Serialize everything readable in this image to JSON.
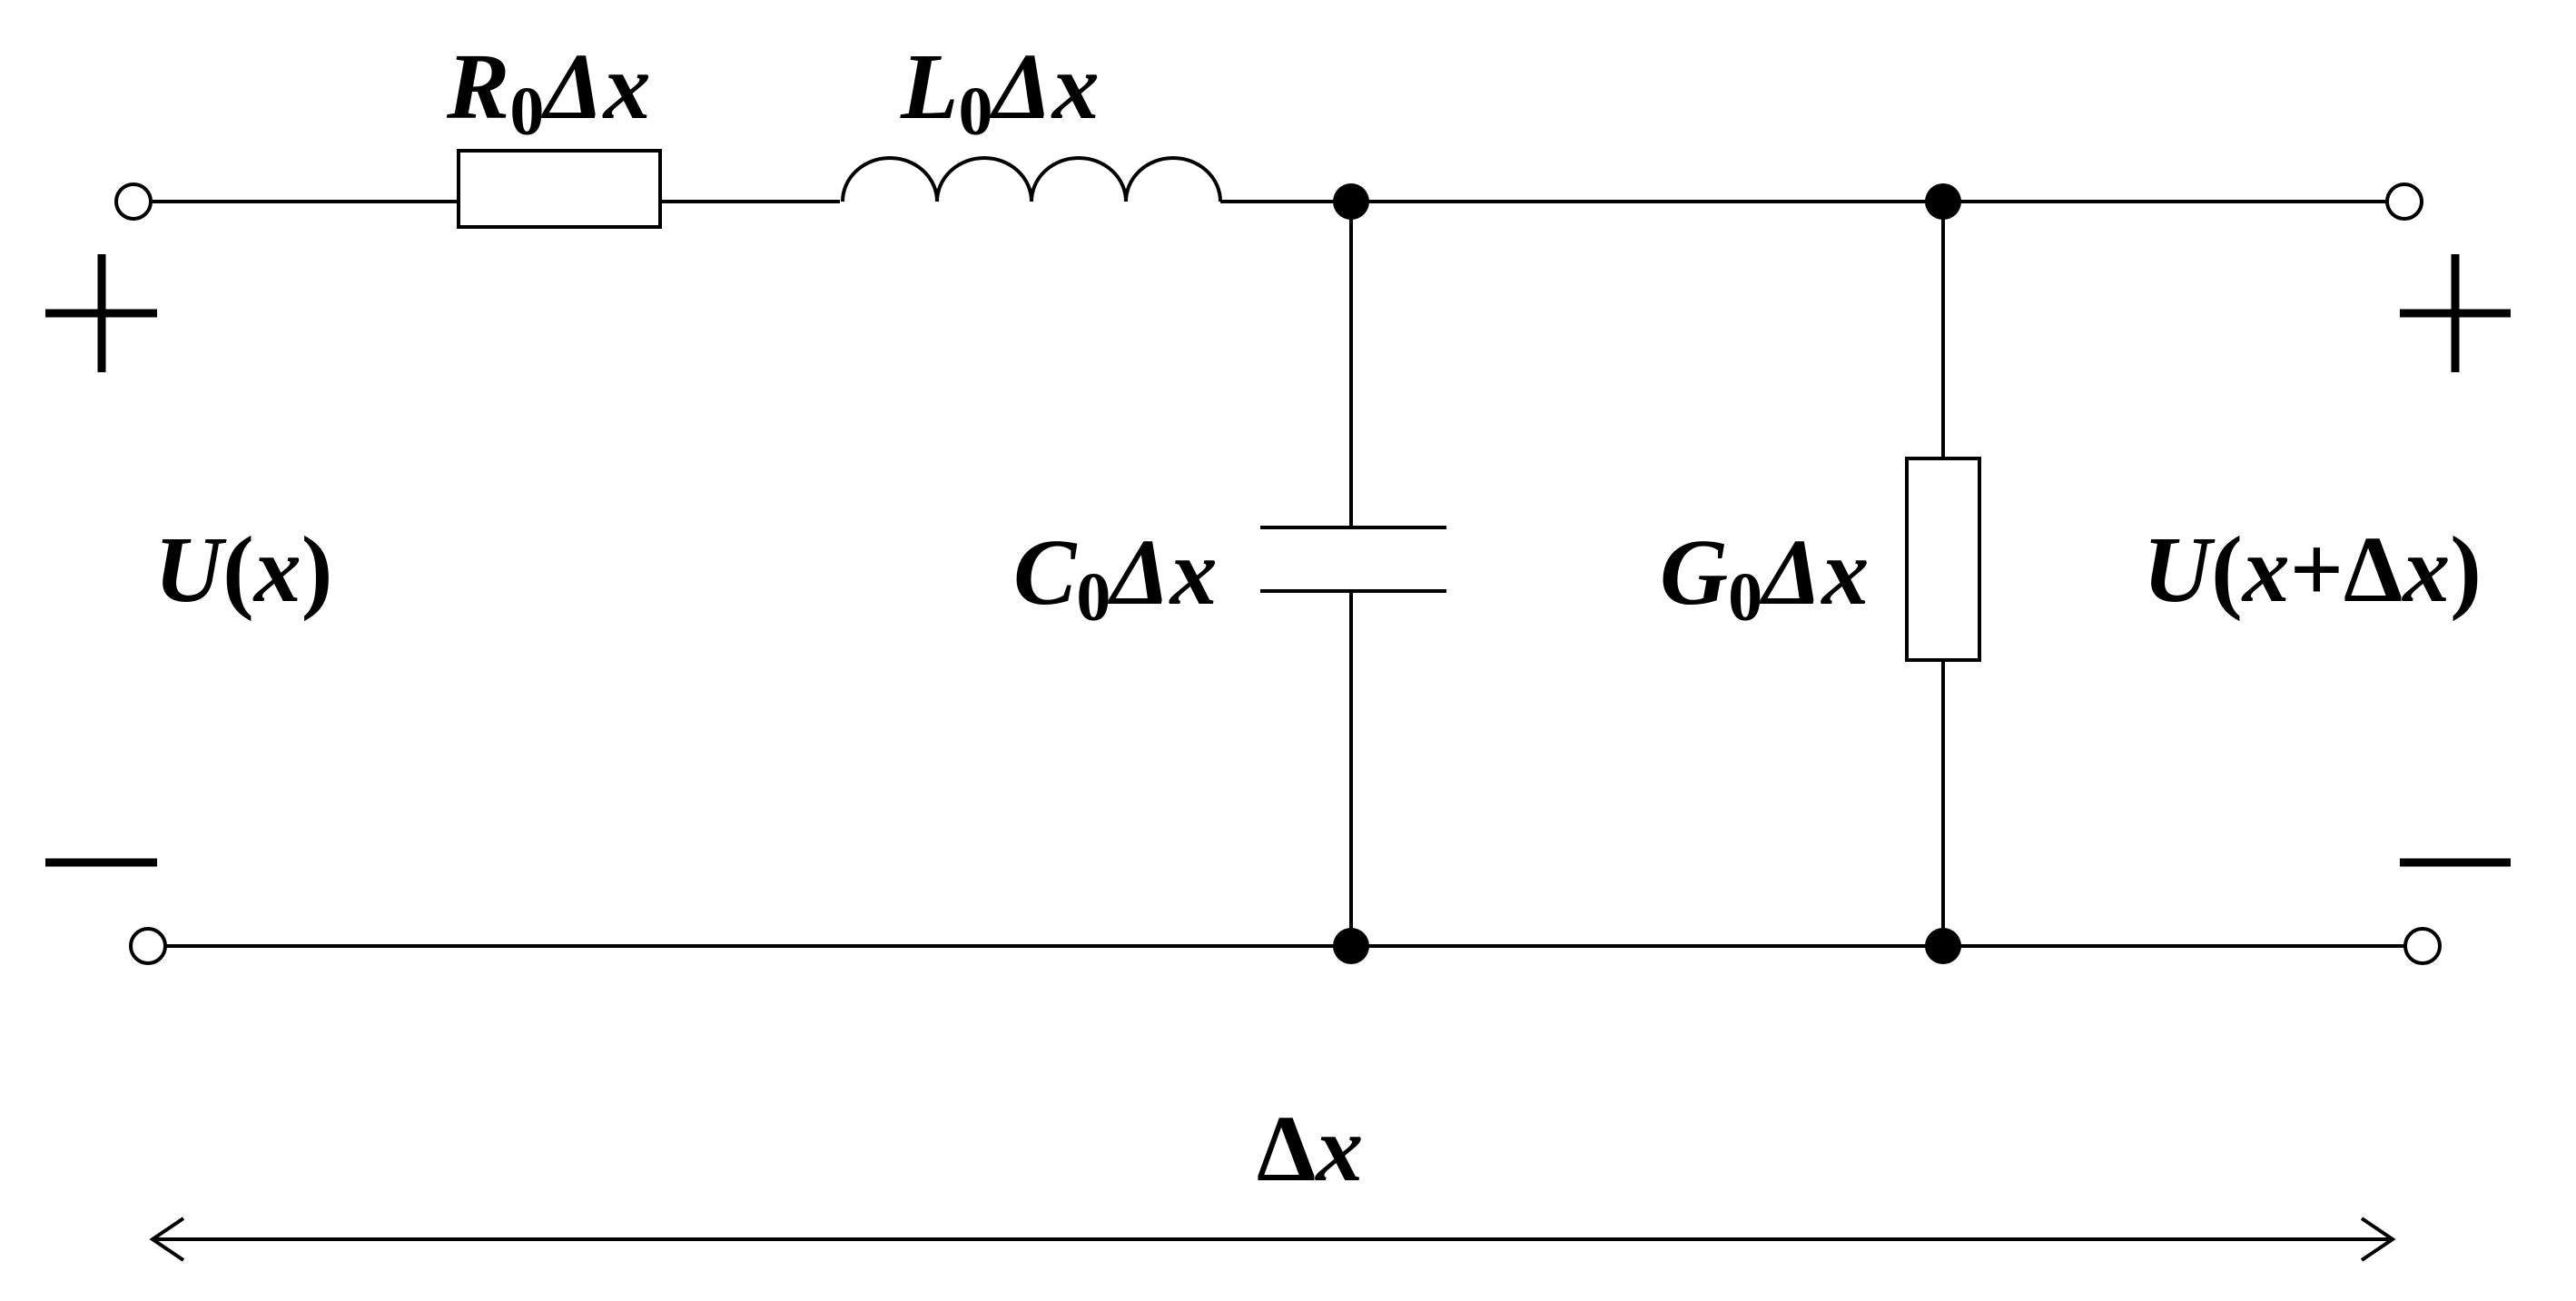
{
  "labels": {
    "resistor_series": {
      "main": "R",
      "sub": "0",
      "rest": "Δx"
    },
    "inductor": {
      "main": "L",
      "sub": "0",
      "rest": "Δx"
    },
    "capacitor": {
      "main": "C",
      "sub": "0",
      "rest": "Δx"
    },
    "conductance": {
      "main": "G",
      "sub": "0",
      "rest": "Δx"
    },
    "input_voltage": {
      "U": "U",
      "open": "(",
      "x": "x",
      "close": ")"
    },
    "output_voltage": {
      "U": "U",
      "open": "(",
      "x": "x",
      "plus": "+",
      "delta": "Δ",
      "x2": "x",
      "close": ")"
    },
    "length": {
      "delta": "Δ",
      "x": "x"
    }
  }
}
